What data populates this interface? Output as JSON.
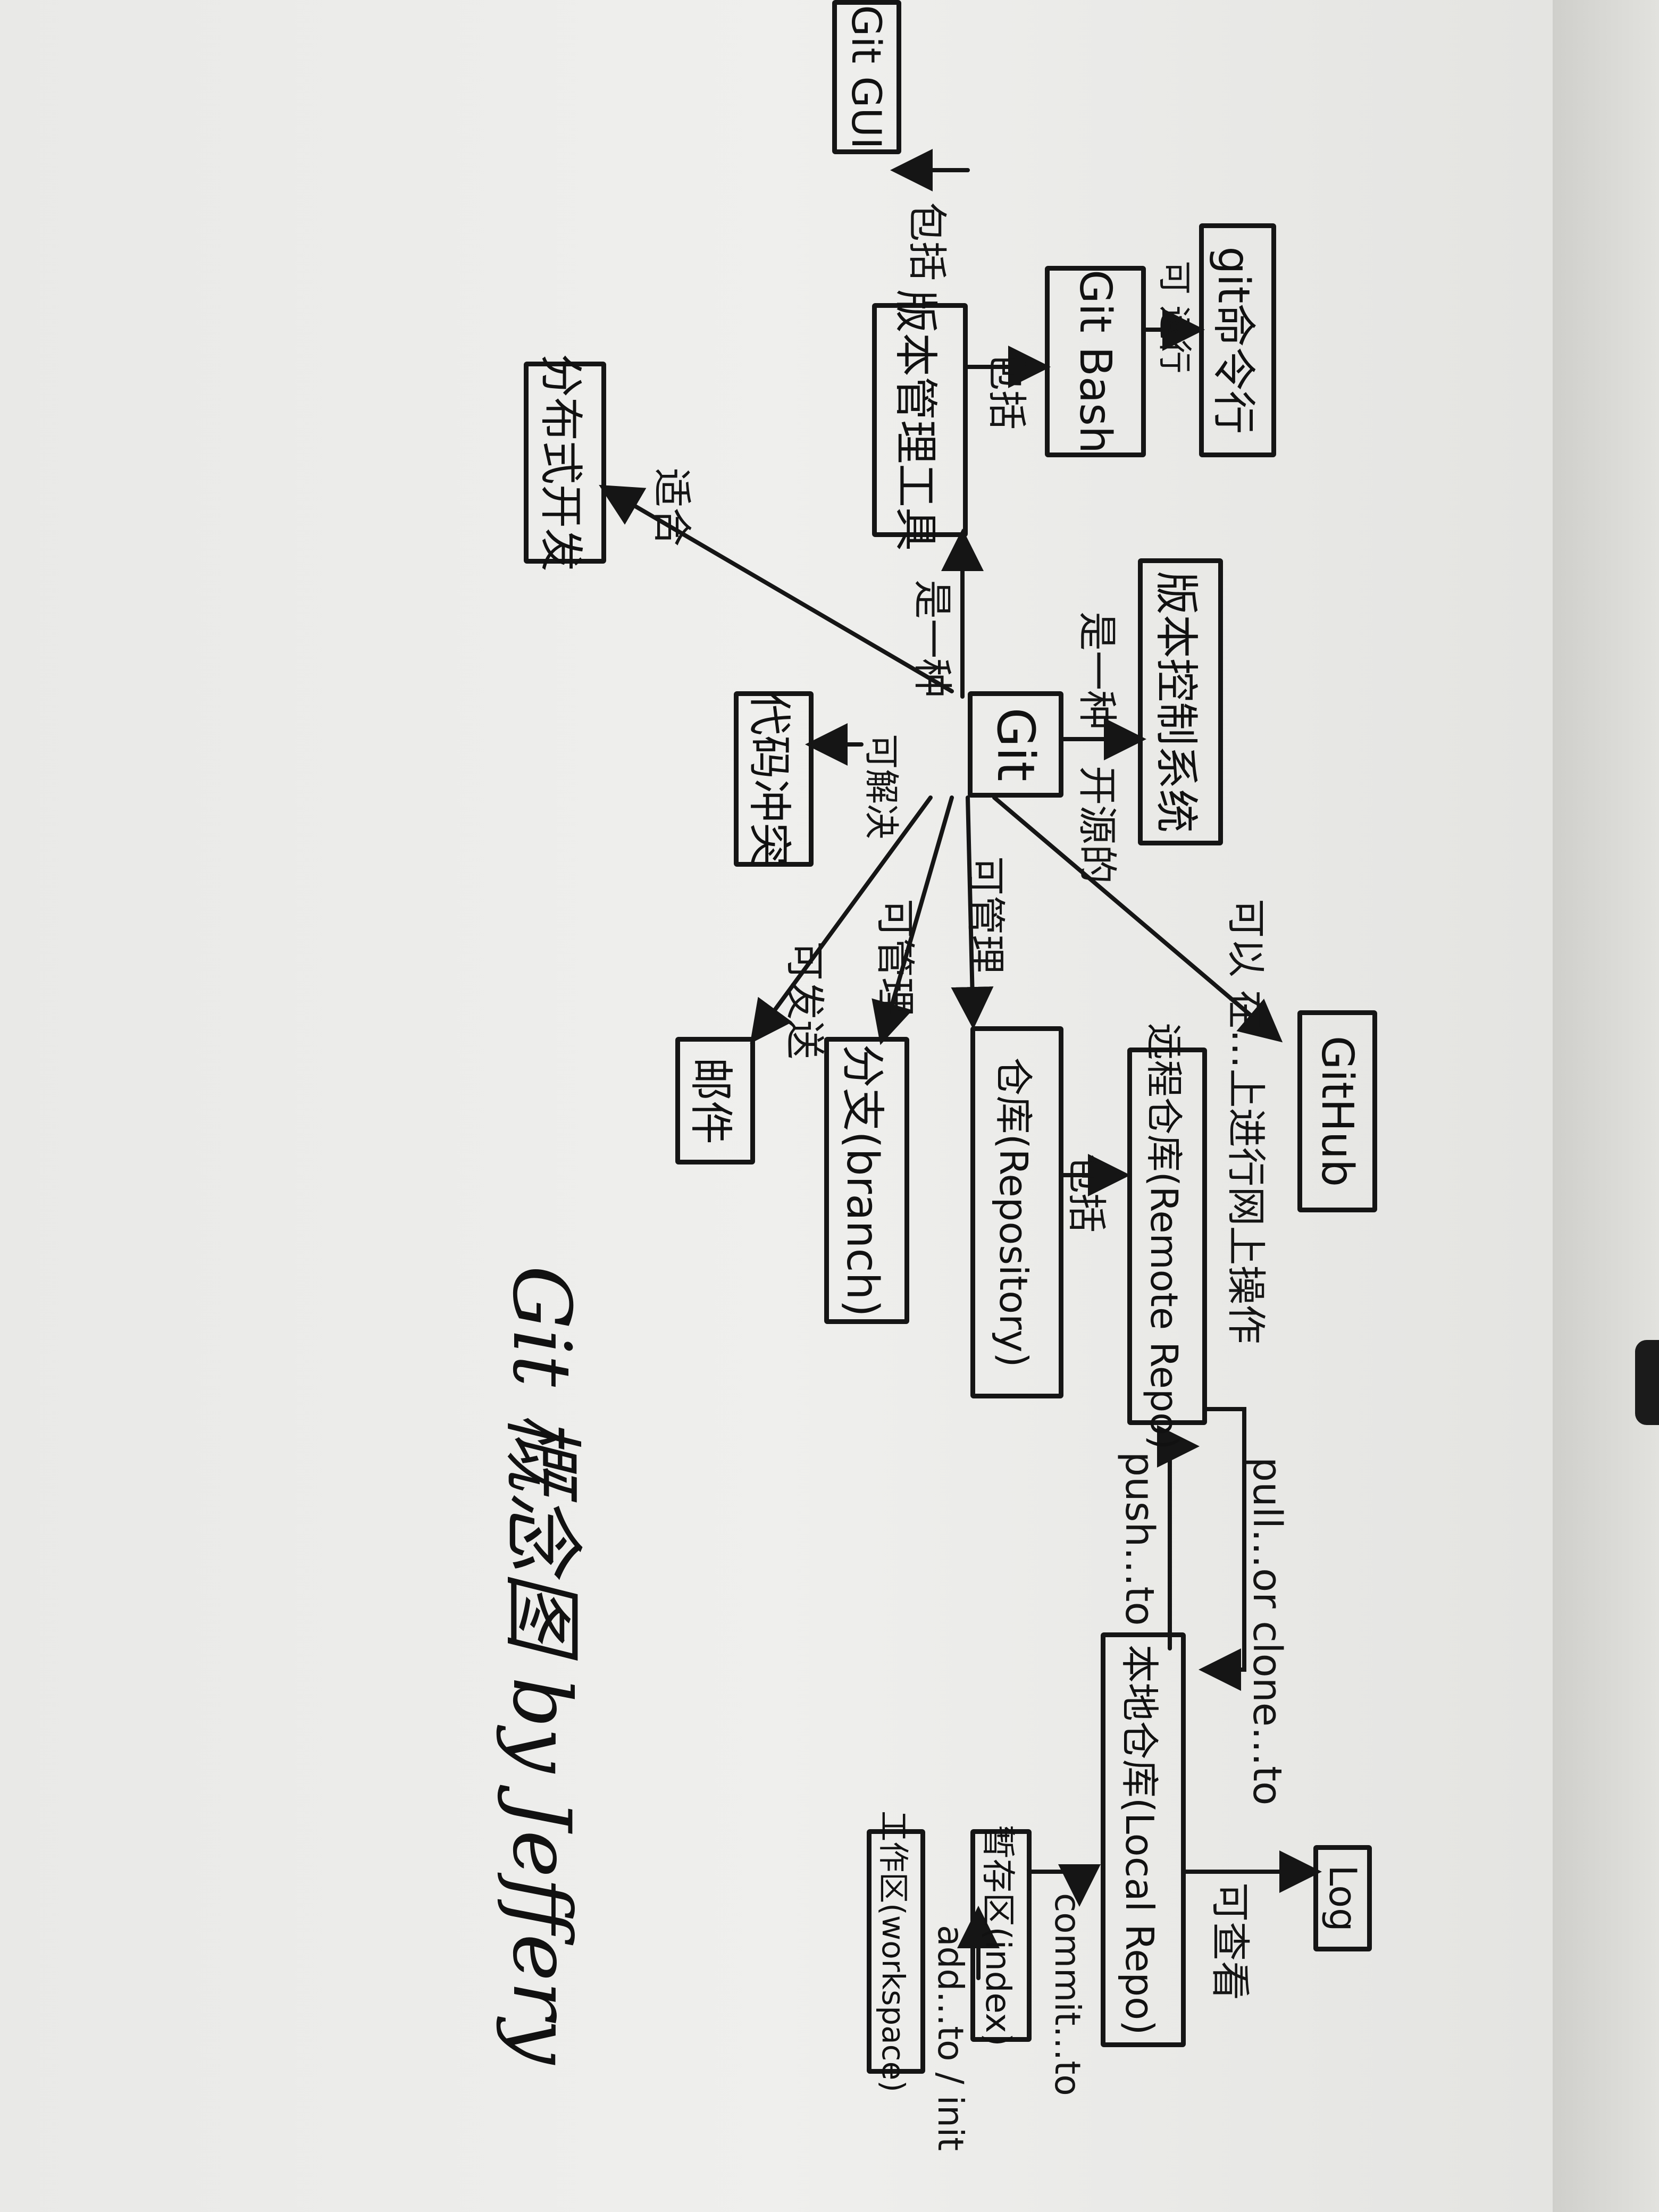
{
  "title": "Git 概念图 by Jeffery",
  "nodes": {
    "git_gui": "Git GUI",
    "git_cmd": "git命令行",
    "git_bash": "Git Bash",
    "mgmt_tool": "版本管理工具",
    "distributed": "分布式开发",
    "vcs": "版本控制系统",
    "git": "Git",
    "conflict": "代码冲突",
    "github": "GitHub",
    "remote_repo": "远程仓库(Remote Repo)",
    "repository": "仓库(Repository)",
    "branch": "分支(branch)",
    "mail": "邮件",
    "local_repo": "本地仓库(Local Repo)",
    "log": "Log",
    "index": "暂存区(index)",
    "workspace": "工作区(workspace)"
  },
  "edge_labels": {
    "contains_gui": "包括",
    "contains_bash": "包括",
    "can_run": "可 运行",
    "is_a_tool": "是一种",
    "suitable": "适合",
    "is_a_vcs": "是一种",
    "open_source": "开源的",
    "can_resolve": "可解决",
    "can_manage_repo": "可管理",
    "can_manage_branch": "可管理",
    "can_send": "可发送",
    "can_do_on": "可以 在…上进行网上操作",
    "contains_remote": "包括",
    "pull_clone": "pull…or clone…to",
    "push": "push…to",
    "commit": "commit…to",
    "can_view": "可查看",
    "add_init": "add…to / init"
  }
}
